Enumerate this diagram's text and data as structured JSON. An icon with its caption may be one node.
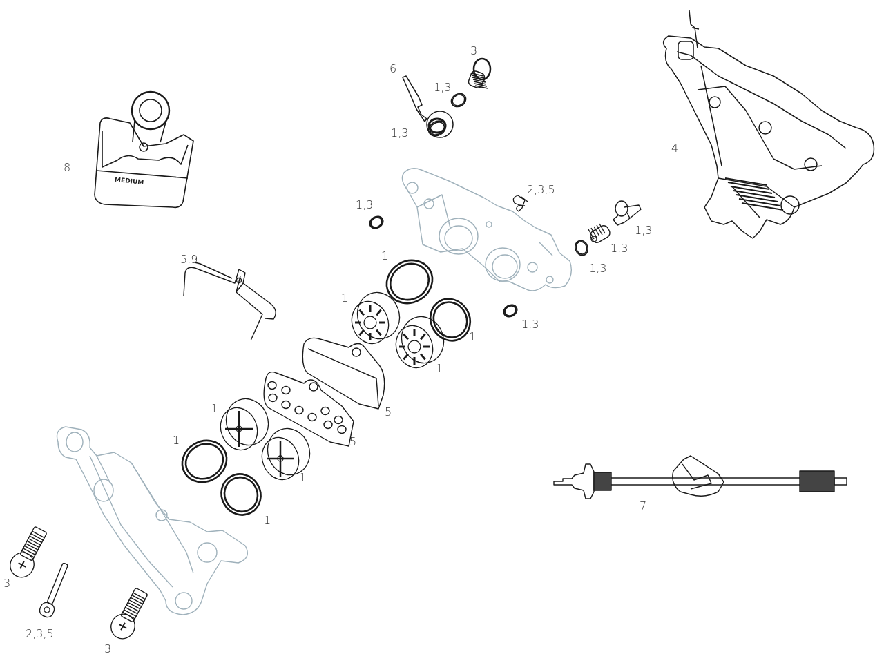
{
  "diagram": {
    "labels": [
      "3",
      "6",
      "1,3",
      "1,3",
      "4",
      "8",
      "MEDIUM",
      "2,3,5",
      "1,3",
      "1,3",
      "1,3",
      "1,3",
      "5,9",
      "1",
      "1",
      "1",
      "1,3",
      "1",
      "5",
      "5",
      "1",
      "1",
      "1",
      "7",
      "1",
      "3",
      "2,3,5",
      "3"
    ]
  }
}
